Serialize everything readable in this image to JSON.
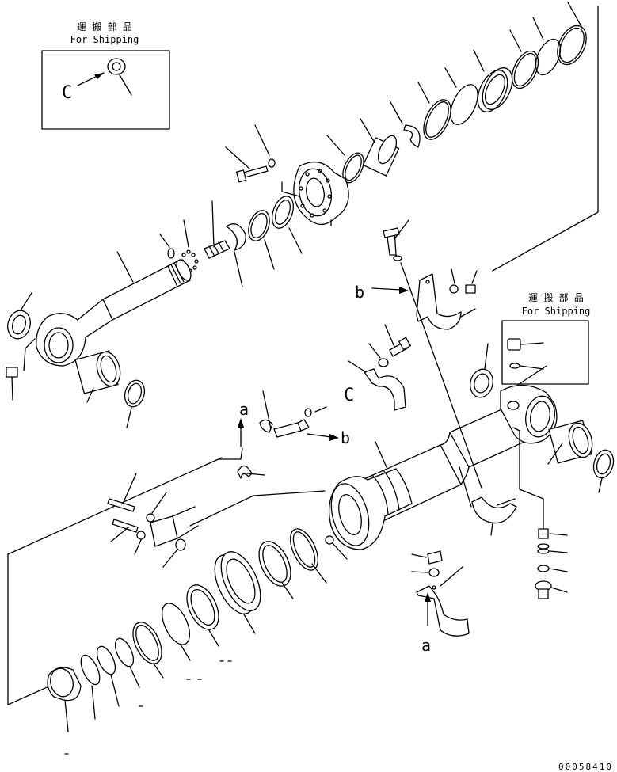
{
  "shipping_box_top": {
    "jp": "運 搬 部 品",
    "en": "For Shipping"
  },
  "shipping_box_right": {
    "jp": "運 搬 部 品",
    "en": "For Shipping"
  },
  "callouts": {
    "a": "a",
    "b": "b",
    "c": "C"
  },
  "drawing_code": "00058410"
}
